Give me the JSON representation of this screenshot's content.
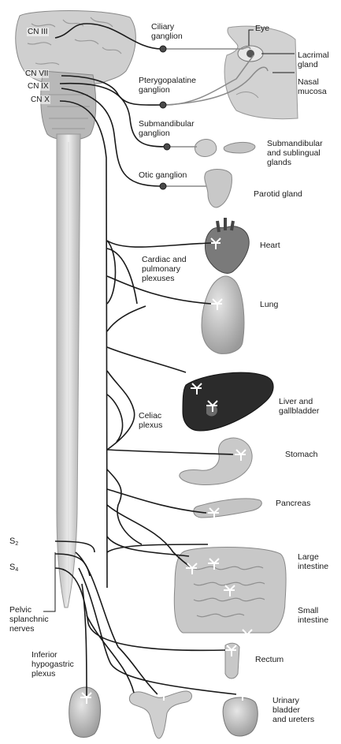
{
  "cranial_nerves": {
    "cn3": "CN III",
    "cn7": "CN VII",
    "cn9": "CN IX",
    "cn10": "CN X"
  },
  "ganglia": {
    "ciliary": "Ciliary\nganglion",
    "pterygopalatine": "Pterygopalatine\nganglion",
    "submandibular": "Submandibular\nganglion",
    "otic": "Otic ganglion"
  },
  "plexuses": {
    "cardiac_pulmonary": "Cardiac and\npulmonary\nplexuses",
    "celiac": "Celiac\nplexus",
    "inferior_hypogastric": "Inferior\nhypogastric\nplexus"
  },
  "sacral": {
    "s2_letter": "S",
    "s2_sub": "2",
    "s4_letter": "S",
    "s4_sub": "4",
    "pelvic_splanchnic": "Pelvic\nsplanchnic\nnerves"
  },
  "targets": {
    "eye": "Eye",
    "lacrimal": "Lacrimal\ngland",
    "nasal": "Nasal\nmucosa",
    "submandibular_sublingual": "Submandibular\nand sublingual\nglands",
    "parotid": "Parotid gland",
    "heart": "Heart",
    "lung": "Lung",
    "liver": "Liver and\ngallbladder",
    "stomach": "Stomach",
    "pancreas": "Pancreas",
    "large_intestine": "Large\nintestine",
    "small_intestine": "Small\nintestine",
    "rectum": "Rectum",
    "bladder": "Urinary\nbladder\nand ureters"
  },
  "colors": {
    "nerve": "#1a1a1a",
    "postganglionic": "#8a8a8a",
    "brain": "#c9c9c9",
    "organ": "#bdbdbd",
    "liver": "#2b2b2b"
  }
}
